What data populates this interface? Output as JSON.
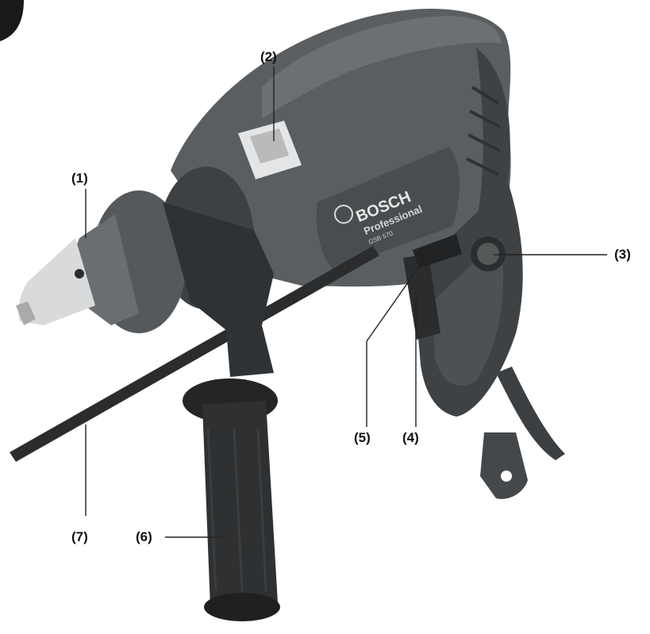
{
  "product": {
    "brand": "BOSCH",
    "line": "Professional",
    "model": "GSB 570"
  },
  "callouts": [
    {
      "id": "1",
      "label": "(1)",
      "part": "keyed-drill-chuck"
    },
    {
      "id": "2",
      "label": "(2)",
      "part": "mode-selector-switch"
    },
    {
      "id": "3",
      "label": "(3)",
      "part": "lock-on-button"
    },
    {
      "id": "4",
      "label": "(4)",
      "part": "on-off-trigger"
    },
    {
      "id": "5",
      "label": "(5)",
      "part": "rotation-direction-switch"
    },
    {
      "id": "6",
      "label": "(6)",
      "part": "auxiliary-handle"
    },
    {
      "id": "7",
      "label": "(7)",
      "part": "depth-stop"
    }
  ],
  "colors": {
    "body": "#5a5e60",
    "body_dark": "#3a3d3f",
    "handle": "#2e3032",
    "chuck_metal": "#d9dadb",
    "leader": "#222222"
  }
}
